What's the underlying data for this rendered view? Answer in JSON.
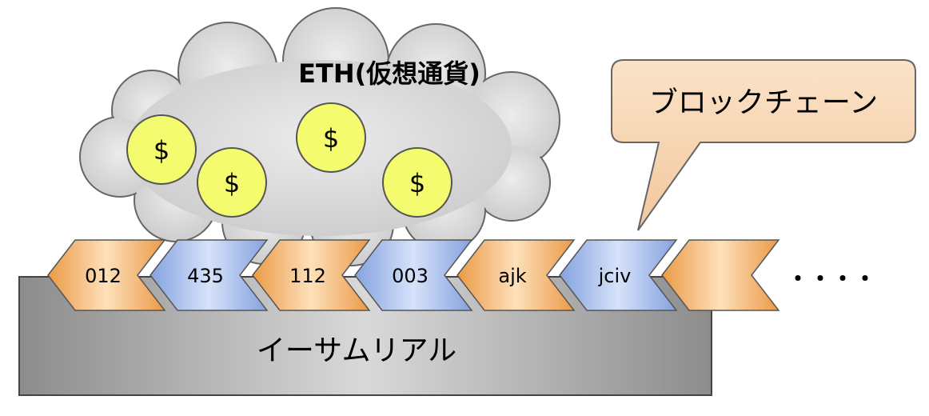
{
  "diagram": {
    "cloud_title": "ETH(仮想通貨)",
    "coin_symbol": "$",
    "callout_label": "ブロックチェーン",
    "base_label": "イーサムリアル",
    "ellipsis": "・・・・",
    "blocks": [
      {
        "label": "012",
        "kind": "orange"
      },
      {
        "label": "435",
        "kind": "blue"
      },
      {
        "label": "112",
        "kind": "orange"
      },
      {
        "label": "003",
        "kind": "blue"
      },
      {
        "label": "ajk",
        "kind": "orange"
      },
      {
        "label": "jciv",
        "kind": "blue"
      },
      {
        "label": "",
        "kind": "orange"
      }
    ],
    "colors": {
      "orange_light": "#fde0bb",
      "orange_dark": "#eb9a46",
      "blue_light": "#d3dff8",
      "blue_dark": "#84a2de",
      "coin_fill": "#f4fb6e",
      "cloud_fill": "#d8d8d8",
      "callout_fill": "#f8d8b8"
    }
  }
}
